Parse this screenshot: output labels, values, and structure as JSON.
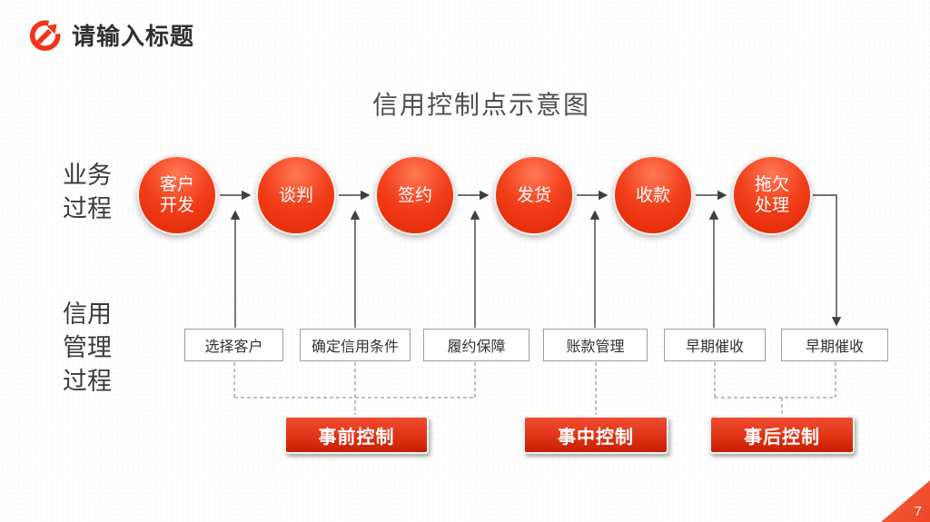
{
  "header": {
    "title": "请输入标题"
  },
  "diagram": {
    "title": "信用控制点示意图",
    "row_labels": {
      "business": "业务\n过程",
      "credit": "信用\n管理\n过程"
    },
    "circles": [
      {
        "label": "客户\n开发"
      },
      {
        "label": "谈判"
      },
      {
        "label": "签约"
      },
      {
        "label": "发货"
      },
      {
        "label": "收款"
      },
      {
        "label": "拖欠\n处理"
      }
    ],
    "boxes": [
      {
        "label": "选择客户"
      },
      {
        "label": "确定信用条件"
      },
      {
        "label": "履约保障"
      },
      {
        "label": "账款管理"
      },
      {
        "label": "早期催收"
      },
      {
        "label": "早期催收"
      }
    ],
    "buttons": [
      {
        "label": "事前控制"
      },
      {
        "label": "事中控制"
      },
      {
        "label": "事后控制"
      }
    ]
  },
  "footer": {
    "page_number": "7"
  },
  "icons": {
    "header_logo": "circular-arrow-icon",
    "corner_shape": "page-corner-triangle"
  },
  "colors": {
    "accent_red": "#ee3512",
    "circle_gradient_top": "#ff7a55",
    "circle_gradient_bottom": "#e22600",
    "button_gradient_top": "#ef4d33",
    "button_gradient_bottom": "#c51e03",
    "solid_line": "#424242",
    "dashed_line": "#9a9a9a",
    "box_border": "#9e9e9e",
    "text_dark": "#3b3b3b"
  }
}
